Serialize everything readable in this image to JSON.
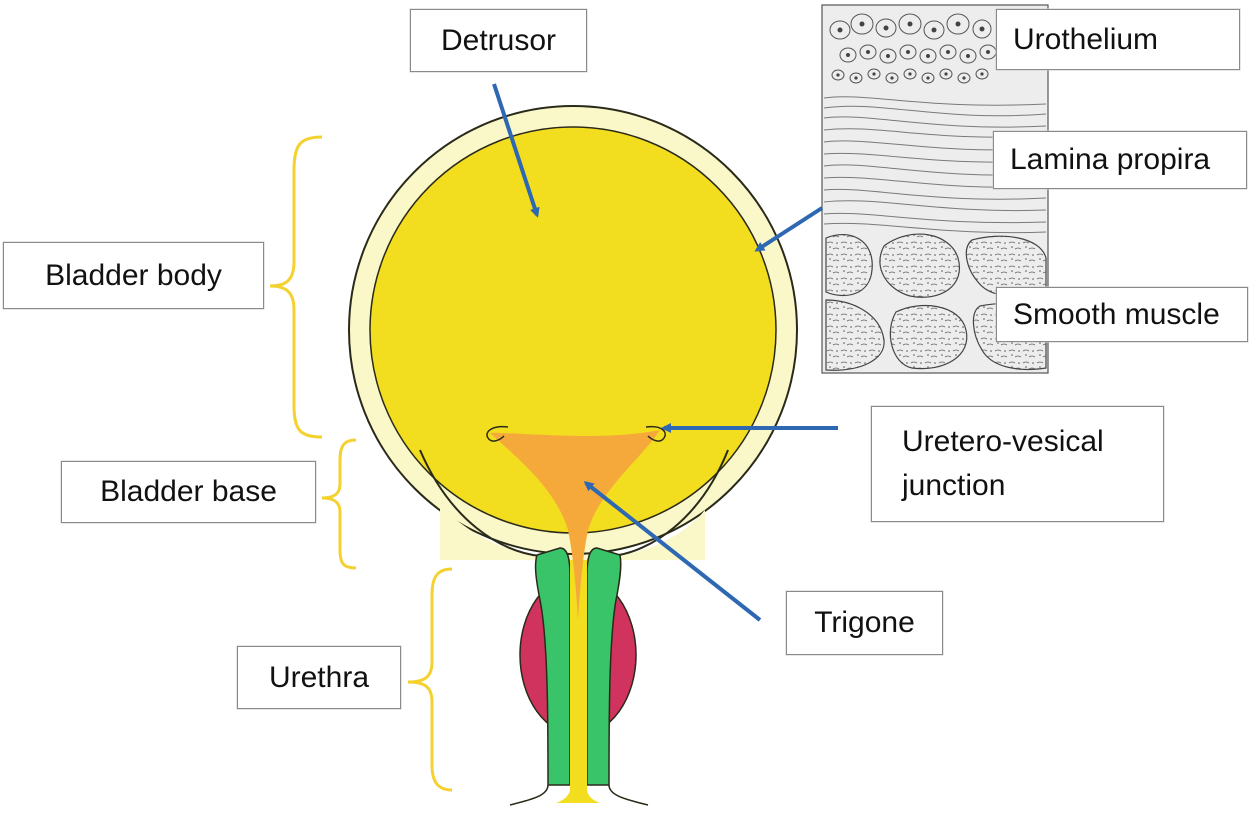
{
  "labels": {
    "detrusor": "Detrusor",
    "bladder_body": "Bladder body",
    "bladder_base": "Bladder base",
    "urethra": "Urethra",
    "urothelium": "Urothelium",
    "lamina_propira": "Lamina propira",
    "smooth_muscle": "Smooth muscle",
    "uretero_vesical_line1": "Uretero-vesical",
    "uretero_vesical_line2": "junction",
    "trigone": "Trigone"
  },
  "colors": {
    "bladder_fill": "#F2DD1F",
    "bladder_wall": "#FAF7C8",
    "trigone": "#F5A93A",
    "urethra_wall": "#39C46A",
    "sphincter": "#D0335E",
    "bracket": "#F5D130",
    "arrow": "#2E68B3",
    "outline": "#2A2A1A"
  }
}
